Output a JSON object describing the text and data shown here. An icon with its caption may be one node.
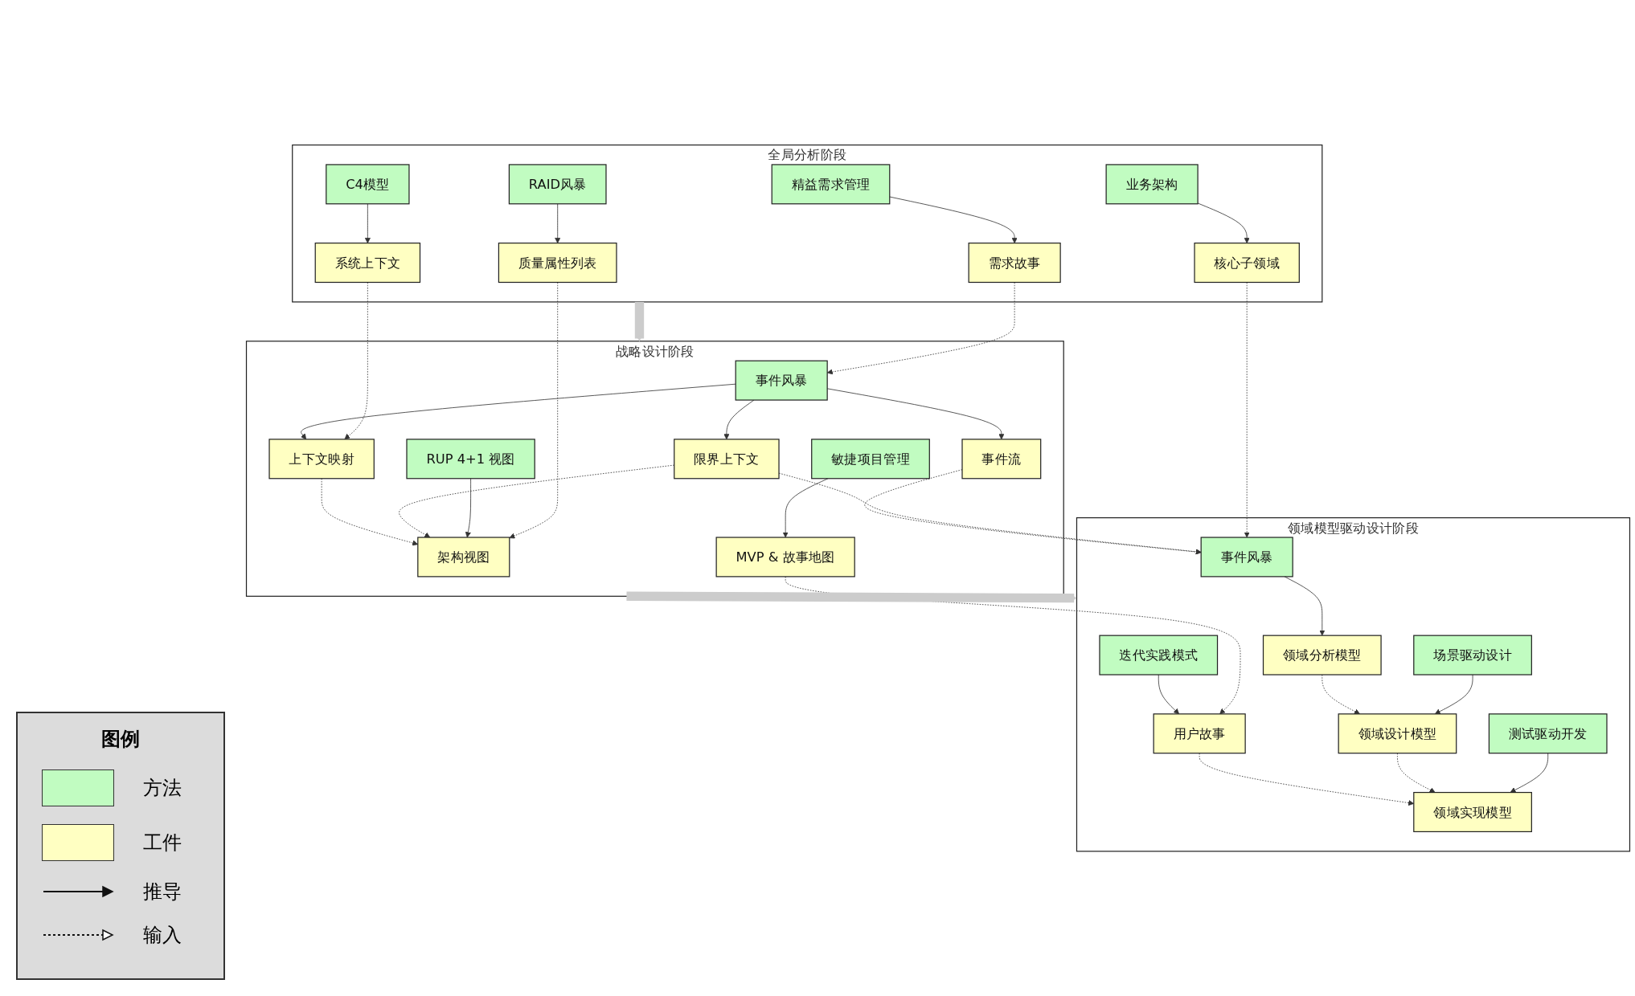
{
  "diagram": {
    "nodes": [
      {
        "text": [
          "全局分析阶段"
        ]
      },
      {
        "text": [
          "业务架构"
        ],
        "in": 0
      },
      {
        "text": [
          "C4模型"
        ],
        "in": 0
      },
      {
        "text": [
          "RAID风暴"
        ],
        "in": 0
      },
      {
        "text": [
          "精益需求管理"
        ],
        "in": 0
      },
      {
        "text": [
          "核心子领域"
        ],
        "in": 0
      },
      {
        "text": [
          "系统上下文"
        ],
        "in": 0
      },
      {
        "text": [
          "质量属性列表"
        ],
        "in": 0
      },
      {
        "text": [
          "需求故事"
        ],
        "in": 0
      },
      {
        "text": [
          "战略设计阶段"
        ]
      },
      {
        "text": [
          "事件风暴"
        ],
        "in": 9
      },
      {
        "text": [
          "RUP 4+1 视图"
        ],
        "in": 9
      },
      {
        "text": [
          "敏捷项目管理"
        ],
        "in": 9
      },
      {
        "text": [
          "限界上下文"
        ],
        "in": 9
      },
      {
        "text": [
          "上下文映射"
        ],
        "in": 9
      },
      {
        "text": [
          "事件流"
        ],
        "in": 9
      },
      {
        "text": [
          "架构视图"
        ],
        "in": 9
      },
      {
        "text": [
          "MVP & 故事地图"
        ],
        "in": 9
      },
      {
        "text": [
          "领域模型驱动设计阶段"
        ]
      },
      {
        "text": [
          "事件风暴"
        ],
        "in": 18
      },
      {
        "text": [
          "场景驱动设计"
        ],
        "in": 18
      },
      {
        "text": [
          "测试驱动开发"
        ],
        "in": 18
      },
      {
        "text": [
          "迭代实践模式"
        ],
        "in": 18
      },
      {
        "text": [
          "领域分析模型"
        ],
        "in": 18
      },
      {
        "text": [
          "领域设计模型"
        ],
        "in": 18
      },
      {
        "text": [
          "领域实现模型"
        ],
        "in": 18
      },
      {
        "text": [
          "用户故事"
        ],
        "in": 18
      }
    ],
    "edges": [
      {
        "from": 1,
        "to": 5,
        "arrow": "to"
      },
      {
        "from": 2,
        "to": 6,
        "arrow": "to"
      },
      {
        "from": 3,
        "to": 7,
        "arrow": "to"
      },
      {
        "from": 4,
        "to": 8,
        "arrow": "to"
      },
      {
        "from": 0,
        "to": 9,
        "arrow": "to",
        "style": "thick",
        "color": "#cccccc"
      },
      {
        "from": 8,
        "to": 10,
        "arrow": "to",
        "style": "dashed"
      },
      {
        "from": 6,
        "to": 14,
        "arrow": "to",
        "style": "dashed"
      },
      {
        "from": 7,
        "to": 16,
        "arrow": "to",
        "style": "dashed"
      },
      {
        "from": 5,
        "to": 19,
        "arrow": "to",
        "style": "dashed"
      },
      {
        "from": 10,
        "to": 13,
        "arrow": "to"
      },
      {
        "from": 10,
        "to": 14,
        "arrow": "to"
      },
      {
        "from": 10,
        "to": 15,
        "arrow": "to"
      },
      {
        "from": 11,
        "to": 16,
        "arrow": "to"
      },
      {
        "from": 12,
        "to": 17,
        "arrow": "to"
      },
      {
        "from": 13,
        "to": 16,
        "arrow": "to",
        "style": "dashed"
      },
      {
        "from": 14,
        "to": 16,
        "arrow": "to",
        "style": "dashed"
      },
      {
        "from": 9,
        "to": 18,
        "arrow": "to",
        "style": "thick",
        "color": "#cccccc"
      },
      {
        "from": 13,
        "to": 19,
        "arrow": "to",
        "style": "dashed"
      },
      {
        "from": 15,
        "to": 19,
        "arrow": "to",
        "style": "dashed"
      },
      {
        "from": 17,
        "to": 26,
        "arrow": "to",
        "style": "dashed"
      },
      {
        "from": 19,
        "to": 23,
        "arrow": "to"
      },
      {
        "from": 20,
        "to": 24,
        "arrow": "to"
      },
      {
        "from": 21,
        "to": 25,
        "arrow": "to"
      },
      {
        "from": 22,
        "to": 26,
        "arrow": "to"
      },
      {
        "from": 23,
        "to": 24,
        "arrow": "to",
        "style": "dashed"
      },
      {
        "from": 24,
        "to": 25,
        "arrow": "to",
        "style": "dashed"
      },
      {
        "from": 26,
        "to": 25,
        "arrow": "to",
        "style": "dashed"
      }
    ],
    "labels": [
      "图例"
    ],
    "legend": [
      {
        "text": "方法",
        "color": "#c1fcc1"
      },
      {
        "text": "工件",
        "color": "#ffffc2"
      },
      {
        "text": "推导"
      },
      {
        "text": "输入"
      }
    ]
  }
}
